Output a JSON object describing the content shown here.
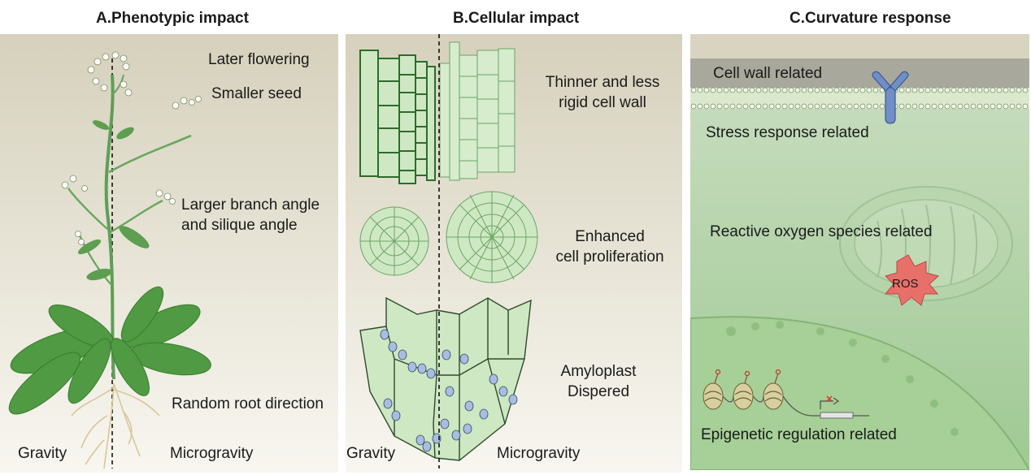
{
  "panels": {
    "a": {
      "title": "A.Phenotypic impact",
      "labels": {
        "flowering": "Later flowering",
        "seed": "Smaller seed",
        "branch": "Larger branch angle\nand silique angle",
        "root": "Random root direction"
      },
      "gravity": "Gravity",
      "microgravity": "Microgravity"
    },
    "b": {
      "title": "B.Cellular impact",
      "labels": {
        "wall": "Thinner and less\nrigid cell wall",
        "proliferation": "Enhanced\ncell proliferation",
        "amyloplast": "Amyloplast\nDispered"
      },
      "gravity": "Gravity",
      "microgravity": "Microgravity"
    },
    "c": {
      "title": "C.Curvature response",
      "labels": {
        "cellwall": "Cell wall related",
        "stress": "Stress response related",
        "ros_related": "Reactive oxygen species related",
        "ros_badge": "ROS",
        "epigenetic": "Epigenetic regulation related"
      }
    }
  },
  "colors": {
    "panel_bg_top": "#d6d1bc",
    "panel_bg_bottom": "#f8f6f0",
    "cell_fill": "#cfe8c4",
    "cell_stroke": "#2e6b2a",
    "leaf_green": "#4f9a42",
    "ros_red": "#e8706a",
    "receptor_blue": "#6f8fc6"
  },
  "icons": [
    "arabidopsis-plant-illustration",
    "cell-wall-tissue-illustration",
    "cell-cluster-illustration",
    "root-cap-amyloplast-illustration",
    "membrane-receptor-icon",
    "mitochondrion-illustration",
    "ros-burst-icon",
    "nucleosome-icon"
  ]
}
